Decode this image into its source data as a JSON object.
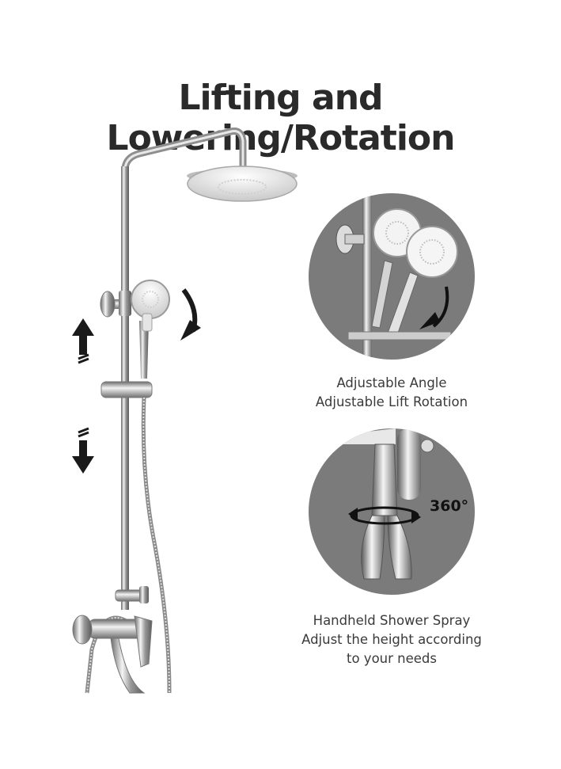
{
  "title": "Lifting and Lowering/Rotation",
  "detail_angle": {
    "lines": [
      "Adjustable Angle",
      "Adjustable Lift Rotation"
    ]
  },
  "detail_spray": {
    "badge": "360°",
    "lines": [
      "Handheld Shower Spray",
      "Adjust the height according",
      "to your needs"
    ]
  }
}
